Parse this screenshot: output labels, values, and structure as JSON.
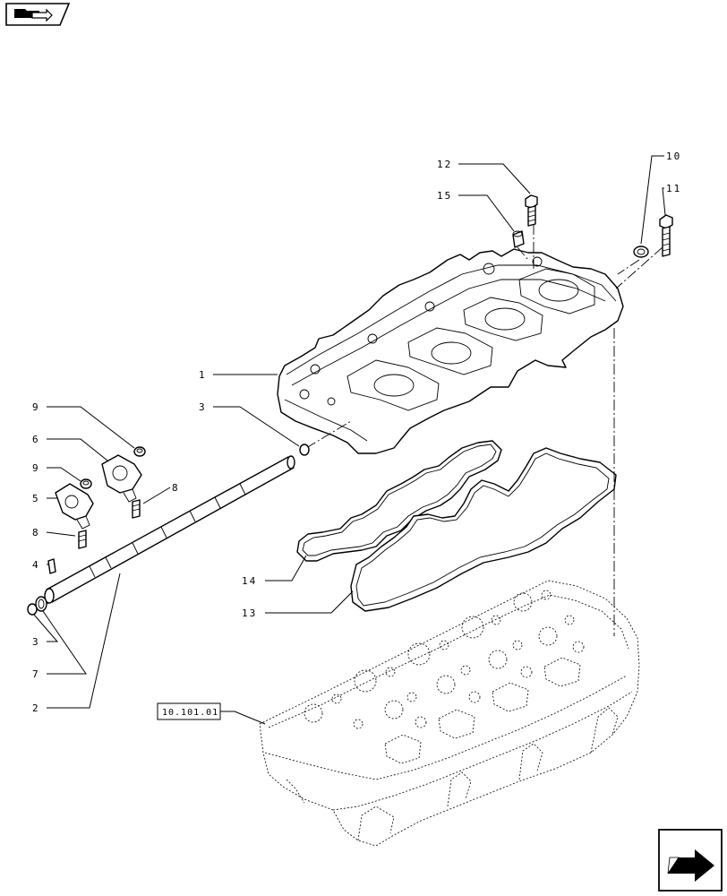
{
  "callouts": {
    "c1": "1",
    "c2": "2",
    "c3a": "3",
    "c3b": "3",
    "c4": "4",
    "c5": "5",
    "c6": "6",
    "c7": "7",
    "c8a": "8",
    "c8b": "8",
    "c9a": "9",
    "c9b": "9",
    "c10": "10",
    "c11": "11",
    "c12": "12",
    "c13": "13",
    "c14": "14",
    "c15": "15"
  },
  "reference": {
    "label": "10.101.01"
  },
  "icons": {
    "prev": "folder-back-icon",
    "next": "next-page-arrow-icon"
  }
}
